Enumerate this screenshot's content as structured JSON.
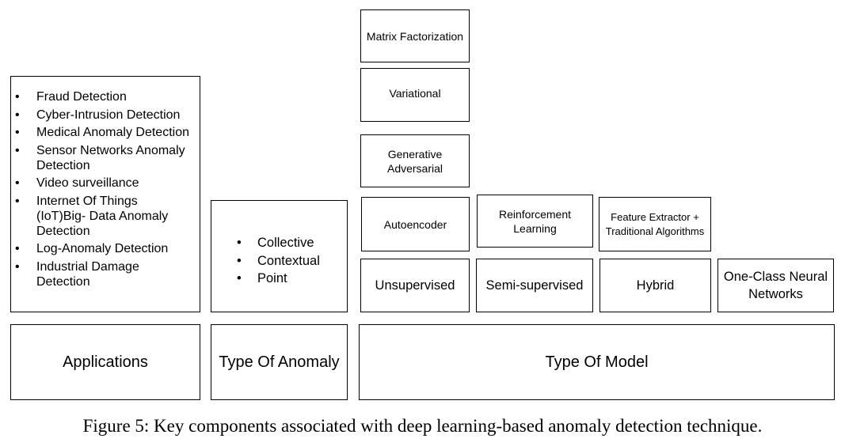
{
  "applications": {
    "items": [
      "Fraud Detection",
      "Cyber-Intrusion Detection",
      "Medical Anomaly Detection",
      "Sensor Networks Anomaly Detection",
      "Video surveillance",
      "Internet Of Things (IoT)Big- Data  Anomaly Detection",
      "Log-Anomaly Detection",
      "Industrial Damage Detection"
    ],
    "label": "Applications"
  },
  "anomaly": {
    "items": [
      "Collective",
      "Contextual",
      "Point"
    ],
    "label": "Type Of Anomaly"
  },
  "model": {
    "unsupervised_stack": [
      "Matrix Factorization",
      "Variational",
      "Generative Adversarial",
      "Autoencoder"
    ],
    "semi_supervised_sub": "Reinforcement Learning",
    "hybrid_sub": "Feature Extractor + Traditional Algorithms",
    "categories": [
      "Unsupervised",
      "Semi-supervised",
      "Hybrid",
      "One-Class Neural Networks"
    ],
    "label": "Type Of Model"
  },
  "bullet": "•",
  "caption": "Figure 5: Key components associated with deep learning-based anomaly detection technique."
}
